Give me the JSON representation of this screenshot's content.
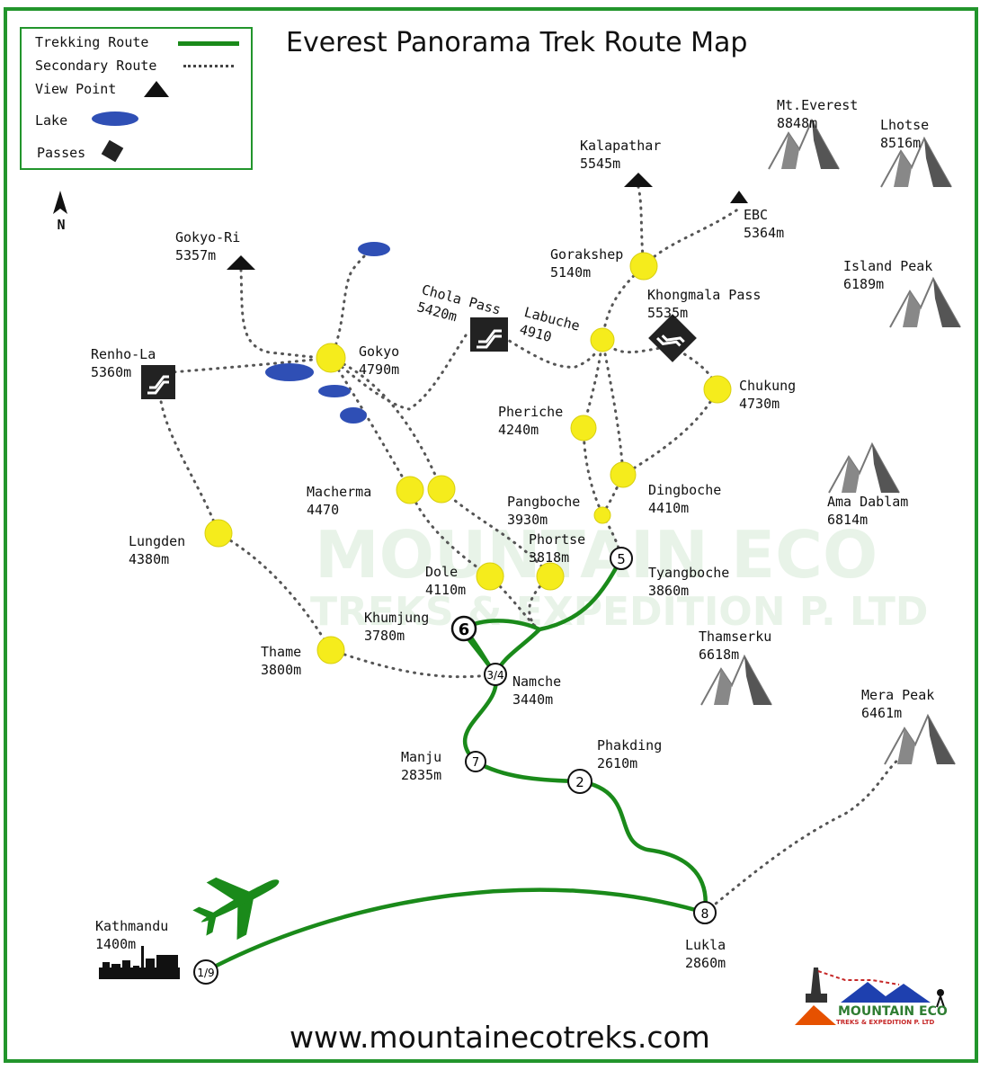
{
  "title": "Everest Panorama Trek Route Map",
  "website": "www.mountainecotreks.com",
  "legend": {
    "trekking_route": "Trekking Route",
    "secondary_route": "Secondary Route",
    "view_point": "View Point",
    "lake": "Lake",
    "passes": "Passes"
  },
  "north_label": "N",
  "colors": {
    "frame": "#22952c",
    "route": "#1a8a1a",
    "stop": "#f5ec1c",
    "lake": "#2f4fb5",
    "logo_green": "#2e7d32",
    "logo_red": "#c62828"
  },
  "watermark": {
    "line1": "MOUNTAIN ECO",
    "line2": "TREKS & EXPEDITION P. LTD"
  },
  "logo": {
    "name": "MOUNTAIN ECO",
    "sub": "TREKS & EXPEDITION P. LTD"
  },
  "places": {
    "gokyo_ri": {
      "name": "Gokyo-Ri",
      "alt": "5357m"
    },
    "kalapathar": {
      "name": "Kalapathar",
      "alt": "5545m"
    },
    "ebc": {
      "name": "EBC",
      "alt": "5364m"
    },
    "everest": {
      "name": "Mt.Everest",
      "alt": "8848m"
    },
    "lhotse": {
      "name": "Lhotse",
      "alt": "8516m"
    },
    "island_peak": {
      "name": "Island Peak",
      "alt": "6189m"
    },
    "gorakshep": {
      "name": "Gorakshep",
      "alt": "5140m"
    },
    "chola": {
      "name": "Chola Pass",
      "alt": "5420m"
    },
    "labuche": {
      "name": "Labuche",
      "alt": "4910"
    },
    "khongmala": {
      "name": "Khongmala Pass",
      "alt": "5535m"
    },
    "renho_la": {
      "name": "Renho-La",
      "alt": "5360m"
    },
    "gokyo": {
      "name": "Gokyo",
      "alt": "4790m"
    },
    "chukung": {
      "name": "Chukung",
      "alt": "4730m"
    },
    "pheriche": {
      "name": "Pheriche",
      "alt": "4240m"
    },
    "ama_dablam": {
      "name": "Ama Dablam",
      "alt": "6814m"
    },
    "macherma": {
      "name": "Macherma",
      "alt": "4470"
    },
    "dingboche": {
      "name": "Dingboche",
      "alt": "4410m"
    },
    "pangboche": {
      "name": "Pangboche",
      "alt": "3930m"
    },
    "lungden": {
      "name": "Lungden",
      "alt": "4380m"
    },
    "phortse": {
      "name": "Phortse",
      "alt": "3818m"
    },
    "dole": {
      "name": "Dole",
      "alt": "4110m"
    },
    "tyangboche": {
      "name": "Tyangboche",
      "alt": "3860m"
    },
    "khumjung": {
      "name": "Khumjung",
      "alt": "3780m"
    },
    "thame": {
      "name": "Thame",
      "alt": "3800m"
    },
    "thamserku": {
      "name": "Thamserku",
      "alt": "6618m"
    },
    "namche": {
      "name": "Namche",
      "alt": "3440m"
    },
    "mera_peak": {
      "name": "Mera Peak",
      "alt": "6461m"
    },
    "phakding": {
      "name": "Phakding",
      "alt": "2610m"
    },
    "manju": {
      "name": "Manju",
      "alt": "2835m"
    },
    "kathmandu": {
      "name": "Kathmandu",
      "alt": "1400m"
    },
    "lukla": {
      "name": "Lukla",
      "alt": "2860m"
    }
  },
  "day_markers": {
    "kathmandu": "1/9",
    "lukla": "8",
    "phakding": "2",
    "manju": "7",
    "namche": "3/4",
    "khumjung": "6",
    "tyangboche": "5"
  }
}
